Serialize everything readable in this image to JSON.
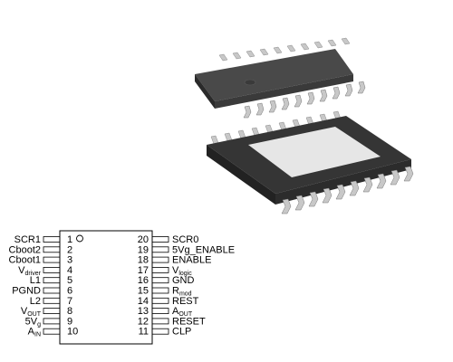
{
  "colors": {
    "body": "#353535",
    "body_top": "#494949",
    "lead": "#c8c8c8",
    "label_window": "#e6e6e6",
    "outline": "#000000"
  },
  "pins_left": [
    {
      "num": "1",
      "label": "SCR1",
      "sub": ""
    },
    {
      "num": "2",
      "label": "Cboot2",
      "sub": ""
    },
    {
      "num": "3",
      "label": "Cboot1",
      "sub": ""
    },
    {
      "num": "4",
      "label": "V",
      "sub": "driver"
    },
    {
      "num": "5",
      "label": "L1",
      "sub": ""
    },
    {
      "num": "6",
      "label": "PGND",
      "sub": ""
    },
    {
      "num": "7",
      "label": "L2",
      "sub": ""
    },
    {
      "num": "8",
      "label": "V",
      "sub": "OUT"
    },
    {
      "num": "9",
      "label": "5V",
      "sub": "g"
    },
    {
      "num": "10",
      "label": "A",
      "sub": "IN"
    }
  ],
  "pins_right": [
    {
      "num": "20",
      "label": "SCR0",
      "sub": ""
    },
    {
      "num": "19",
      "label": "5Vg_ENABLE",
      "sub": ""
    },
    {
      "num": "18",
      "label": "ENABLE",
      "sub": ""
    },
    {
      "num": "17",
      "label": "V",
      "sub": "logic"
    },
    {
      "num": "16",
      "label": "GND",
      "sub": ""
    },
    {
      "num": "15",
      "label": "R",
      "sub": "mod"
    },
    {
      "num": "14",
      "label": "REST",
      "sub": ""
    },
    {
      "num": "13",
      "label": "A",
      "sub": "OUT"
    },
    {
      "num": "12",
      "label": "RESET",
      "sub": ""
    },
    {
      "num": "11",
      "label": "CLP",
      "sub": ""
    }
  ]
}
